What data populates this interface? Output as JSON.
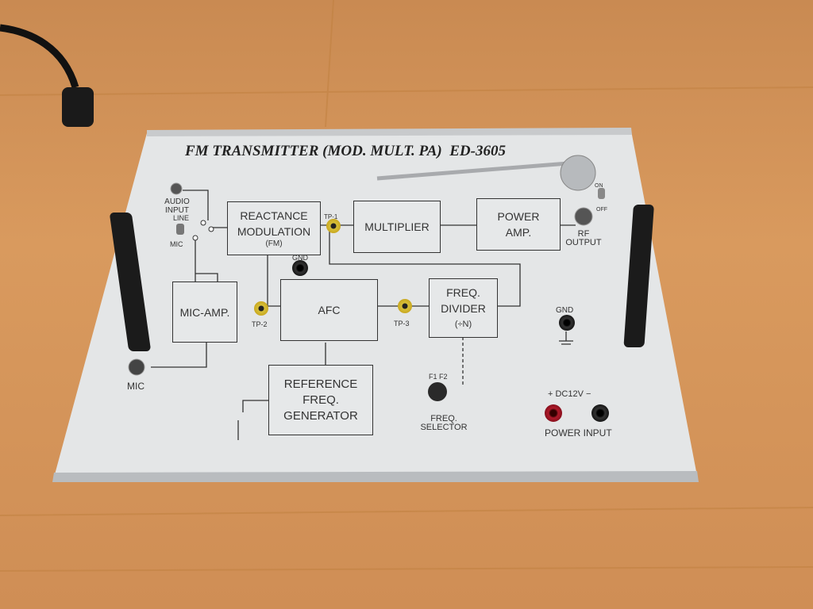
{
  "panel": {
    "title": "FM TRANSMITTER (MOD. MULT. PA)  ED-3605",
    "blocks": {
      "reactance": [
        "REACTANCE",
        "MODULATION",
        "(FM)"
      ],
      "multiplier": "MULTIPLIER",
      "power_amp": [
        "POWER",
        "AMP."
      ],
      "mic_amp": "MIC-AMP.",
      "afc": "AFC",
      "freq_divider": [
        "FREQ.",
        "DIVIDER",
        "(÷N)"
      ],
      "reference": [
        "REFERENCE",
        "FREQ.",
        "GENERATOR"
      ]
    },
    "labels": {
      "audio_input": "AUDIO INPUT",
      "line": "LINE",
      "mic_switch": "MIC",
      "tp1": "TP-1",
      "tp2": "TP-2",
      "tp3": "TP-3",
      "gnd1": "GND",
      "gnd2": "GND",
      "rf_output": "RF OUTPUT",
      "on": "ON",
      "off": "OFF",
      "mic": "MIC",
      "f1f2": "F1 F2",
      "freq_selector": "FREQ. SELECTOR",
      "dc12v": "+ DC12V −",
      "power_input": "POWER INPUT"
    }
  }
}
